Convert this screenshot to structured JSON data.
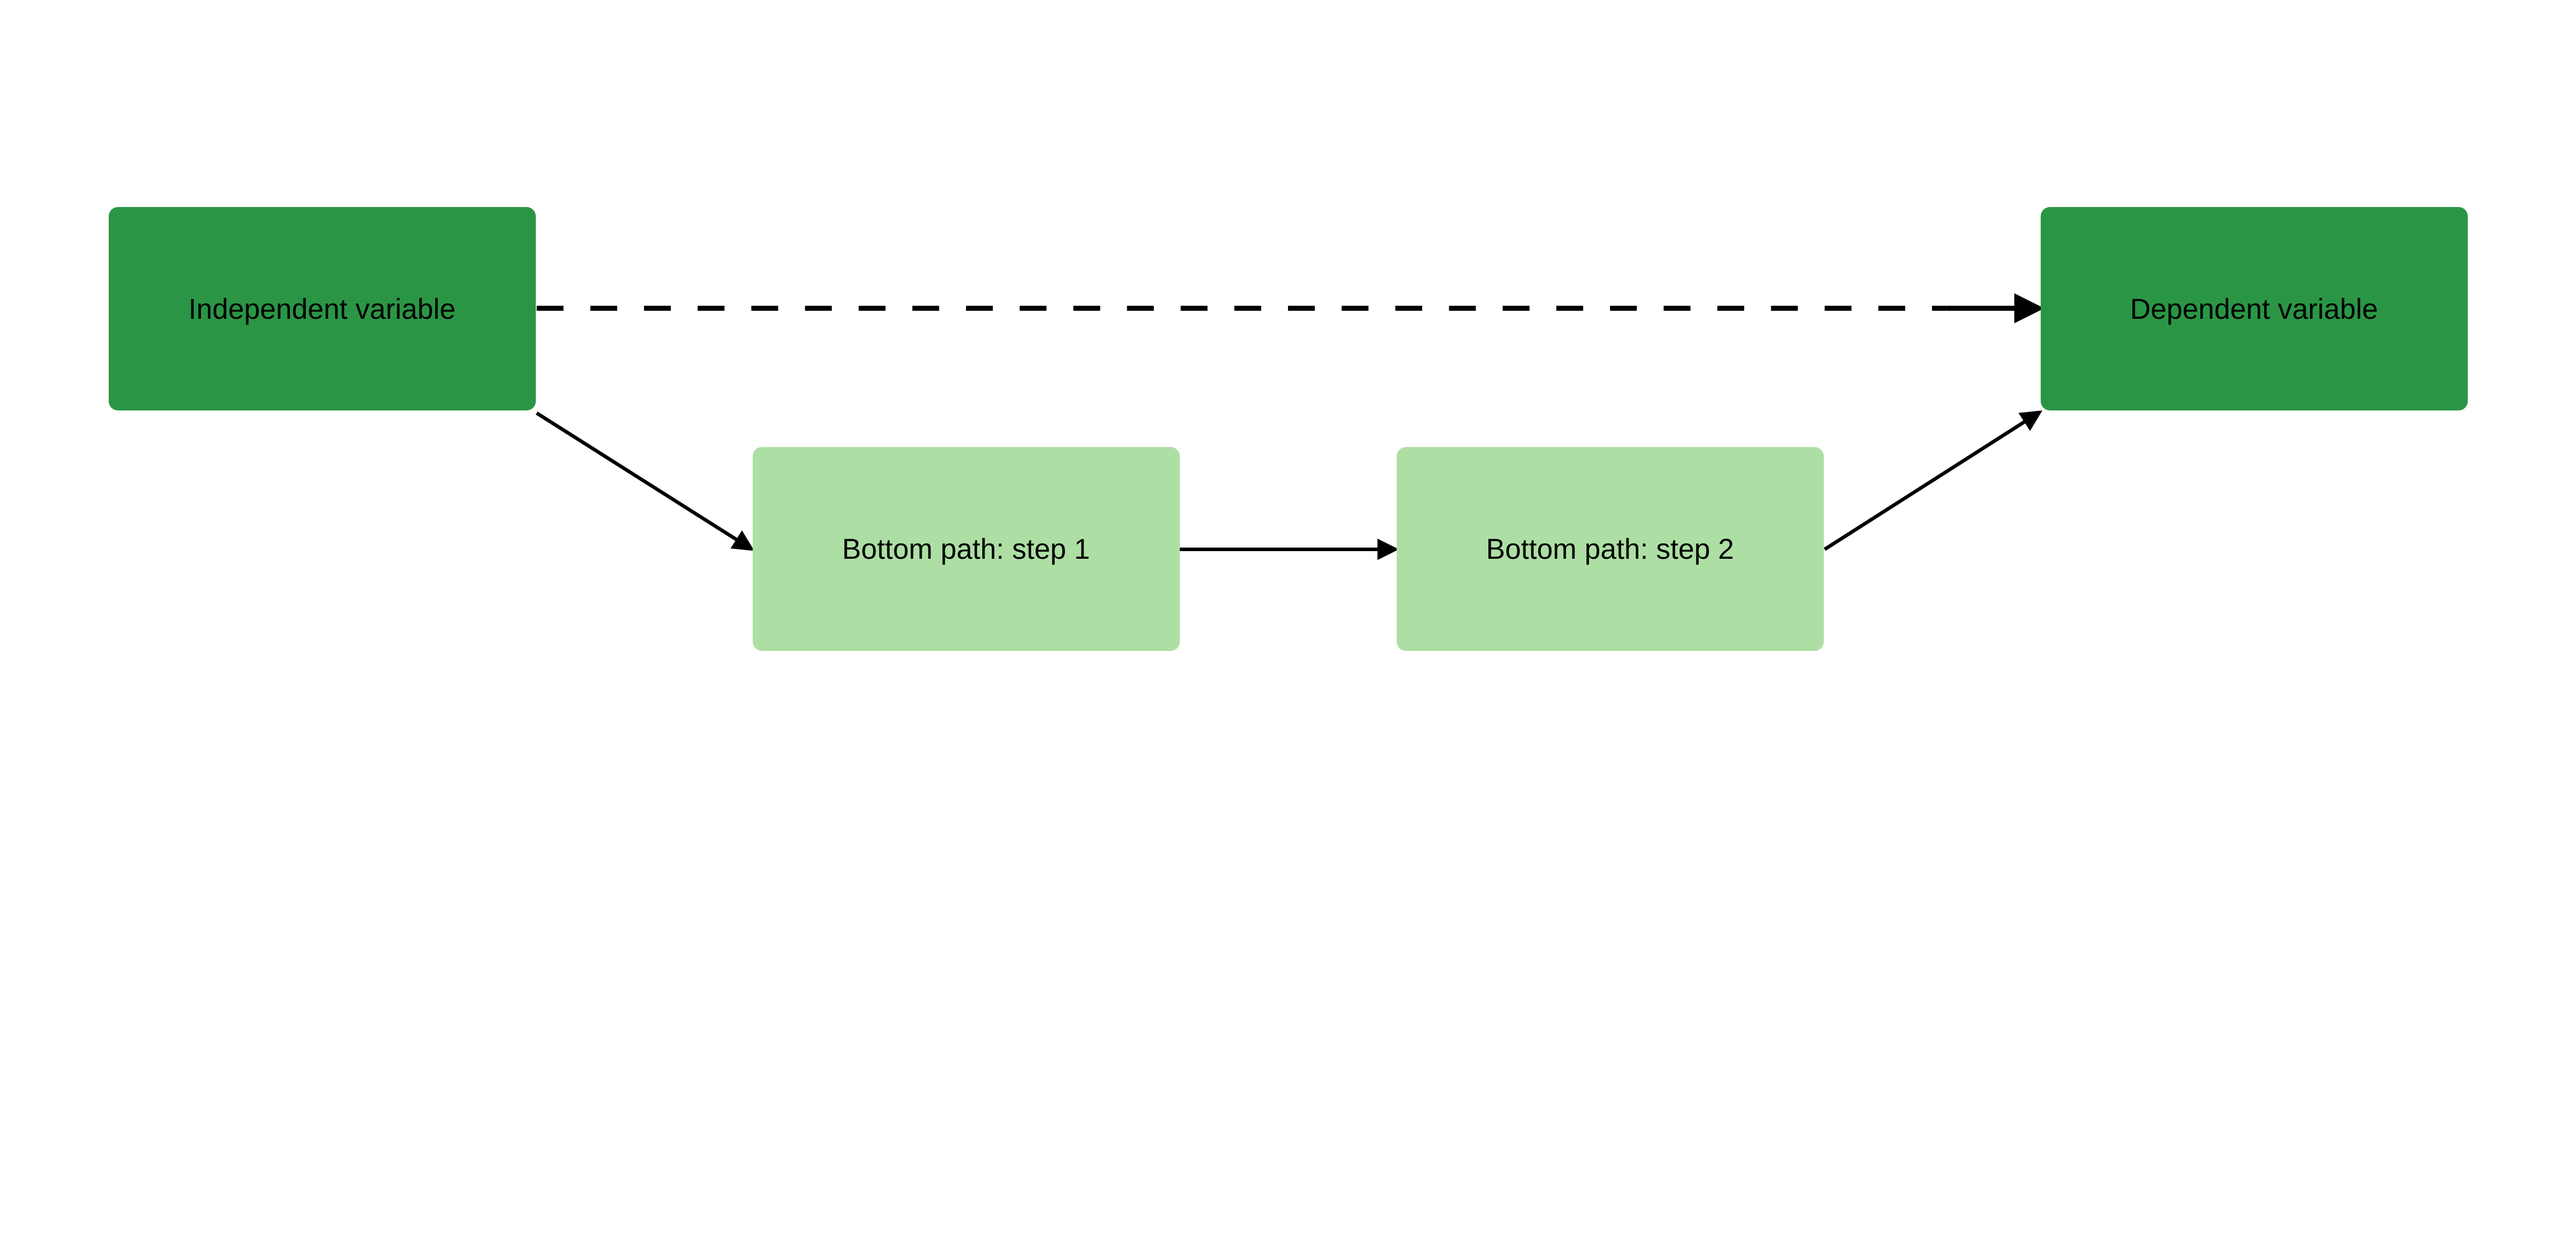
{
  "colors": {
    "primary_node": "#2a9645",
    "secondary_node": "#addfa4",
    "edge": "#000000"
  },
  "nodes": {
    "independent": {
      "label": "Independent variable"
    },
    "dependent": {
      "label": "Dependent variable"
    },
    "step1": {
      "label": "Bottom path: step 1"
    },
    "step2": {
      "label": "Bottom path: step 2"
    }
  },
  "edges": [
    {
      "from": "independent",
      "to": "dependent",
      "style": "dashed"
    },
    {
      "from": "independent",
      "to": "step1",
      "style": "solid"
    },
    {
      "from": "step1",
      "to": "step2",
      "style": "solid"
    },
    {
      "from": "step2",
      "to": "dependent",
      "style": "solid"
    }
  ]
}
